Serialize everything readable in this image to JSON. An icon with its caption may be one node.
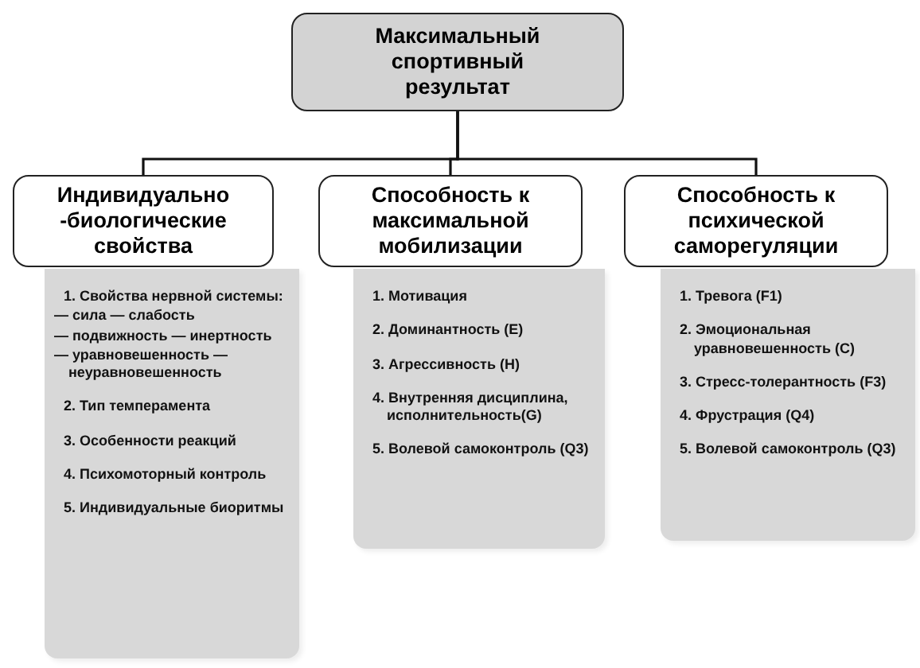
{
  "diagram": {
    "nodes": [
      {
        "text": [
          "Максимальный спортивный результат"
        ]
      },
      {
        "text": [
          "Индивидуально -биологические свойства"
        ]
      },
      {
        "text": [
          "Способность к максимальной мобилизации"
        ]
      },
      {
        "text": [
          "Способность к психической саморегуляции"
        ]
      },
      {
        "text": [
          "1. Свойства нервной системы:",
          "— сила — слабость",
          "— подвижность — инертность",
          "— уравновешенность — неуравновешенность",
          "2. Тип темперамента",
          "3. Особенности реакций",
          "4. Психомоторный контроль",
          "5. Индивидуальные биоритмы"
        ]
      },
      {
        "text": [
          "1. Мотивация",
          "2. Доминантность (E)",
          "3. Агрессивность (H)",
          "4. Внутренняя дисциплина, исполнительность(G)",
          "5. Волевой самоконтроль (Q3)"
        ]
      },
      {
        "text": [
          "1. Тревога (F1)",
          "2. Эмоциональная уравновешенность (C)",
          "3. Стресс-толерантность (F3)",
          "4. Фрустрация (Q4)",
          "5. Волевой самоконтроль (Q3)"
        ]
      }
    ],
    "edges": [
      {
        "from": 0,
        "to": 1,
        "arrow": "none"
      },
      {
        "from": 0,
        "to": 2,
        "arrow": "none"
      },
      {
        "from": 0,
        "to": 3,
        "arrow": "none"
      }
    ]
  }
}
